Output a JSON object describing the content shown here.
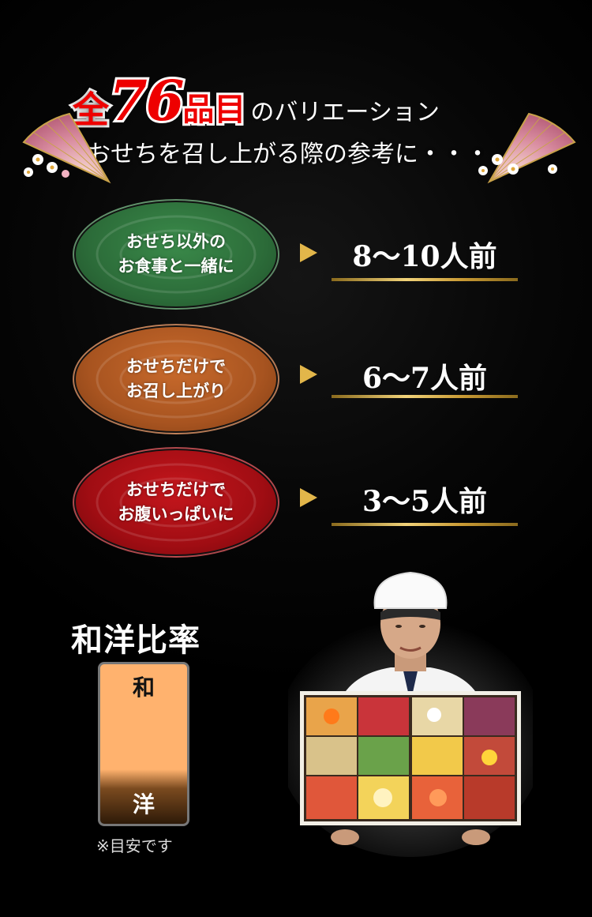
{
  "title": {
    "zen": "全",
    "count": "76",
    "hinmoku": "品目",
    "variation": "のバリエーション",
    "subtitle": "おせちを召し上がる際の参考に・・・"
  },
  "options": [
    {
      "line1": "おせち以外の",
      "line2": "お食事と一緒に",
      "serving": "8〜10人前",
      "color": "#2c6c39"
    },
    {
      "line1": "おせちだけで",
      "line2": "お召し上がり",
      "serving": "6〜7人前",
      "color": "#a85420"
    },
    {
      "line1": "おせちだけで",
      "line2": "お腹いっぱいに",
      "serving": "3〜5人前",
      "color": "#a00d13"
    }
  ],
  "ratio": {
    "title": "和洋比率",
    "wa": "和",
    "yo": "洋",
    "note": "※目安です",
    "wa_share": 0.75
  },
  "colors": {
    "accent_red": "#ee0000",
    "gold": "#e2b64a",
    "background": "#000000"
  },
  "icons": [
    "fan-icon",
    "arrow-icon",
    "chef-photo"
  ]
}
